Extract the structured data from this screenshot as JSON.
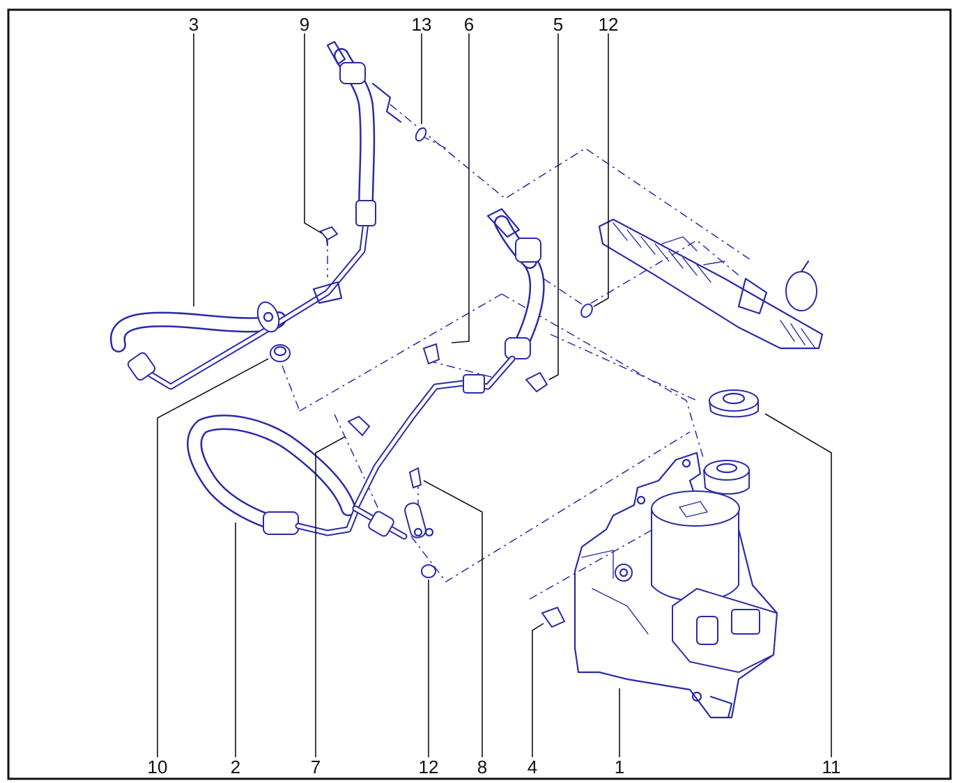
{
  "diagram": {
    "callouts_top": [
      "3",
      "9",
      "13",
      "6",
      "5",
      "12"
    ],
    "callouts_bottom": [
      "10",
      "2",
      "7",
      "12",
      "8",
      "4",
      "1",
      "11"
    ],
    "line_color": "#2a2aa8",
    "text_color": "#111111"
  }
}
